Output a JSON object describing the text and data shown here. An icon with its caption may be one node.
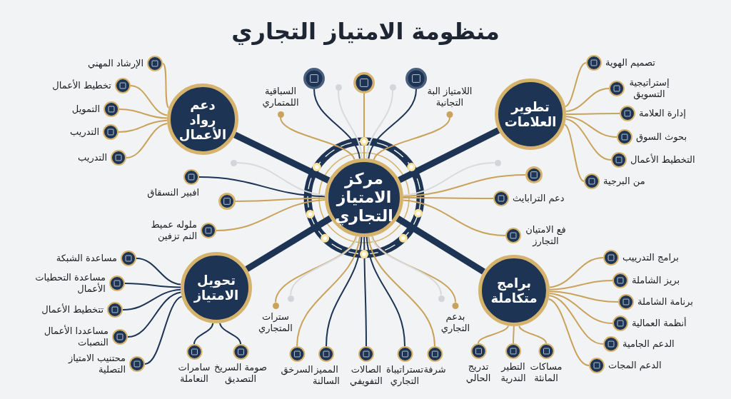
{
  "diagram": {
    "title": "منظومة الامتياز التجاري",
    "nodes": [
      {
        "text": [
          "مركز الامتياز التجاري"
        ]
      },
      {
        "text": [
          "دعم رواد الأعمال"
        ]
      },
      {
        "text": [
          "تطوير العلامات"
        ]
      },
      {
        "text": [
          "تحويل الامتياز"
        ]
      },
      {
        "text": [
          "برامج متكاملة"
        ]
      },
      {
        "text": [
          "الإرشاد المهني"
        ]
      },
      {
        "text": [
          "تخطيط الأعمال"
        ]
      },
      {
        "text": [
          "التمويل"
        ]
      },
      {
        "text": [
          "التدريب"
        ]
      },
      {
        "text": [
          "التدريب"
        ]
      },
      {
        "text": [
          "تصميم الهوية"
        ]
      },
      {
        "text": [
          "إستراتيجية التسويق"
        ]
      },
      {
        "text": [
          "إدارة العلامة"
        ]
      },
      {
        "text": [
          "بحوث السوق"
        ]
      },
      {
        "text": [
          "التخطيط الأعمال"
        ]
      },
      {
        "text": [
          "من البرجية"
        ]
      },
      {
        "text": [
          "مساعدة الشبكة"
        ]
      },
      {
        "text": [
          "مساعدة التحطيات الأعمال"
        ]
      },
      {
        "text": [
          "تتخطيط الأعمال"
        ]
      },
      {
        "text": [
          "مساعددا الأعمال النصبات"
        ]
      },
      {
        "text": [
          "محتنيب الامتياز التصلية"
        ]
      },
      {
        "text": [
          "سامرات النعاملة"
        ]
      },
      {
        "text": [
          "صومة السريخ التصديق"
        ]
      },
      {
        "text": [
          "برامج التدرييب"
        ]
      },
      {
        "text": [
          "بريز الشاملة"
        ]
      },
      {
        "text": [
          "برنامة الشاملة"
        ]
      },
      {
        "text": [
          "أنظمة العمالية"
        ]
      },
      {
        "text": [
          "الدعم الجامية"
        ]
      },
      {
        "text": [
          "الدعم المجات"
        ]
      },
      {
        "text": [
          "تدريج الحالي"
        ]
      },
      {
        "text": [
          "التطير الندرية"
        ]
      },
      {
        "text": [
          "مساكات المانئة"
        ]
      },
      {
        "text": [],
        "shape": "circle"
      },
      {
        "text": [],
        "shape": "circle"
      },
      {
        "text": [],
        "shape": "circle"
      },
      {
        "text": [
          "السباقية اللمتماري"
        ]
      },
      {
        "text": [
          "اللامتياز البة التجانية"
        ]
      },
      {
        "text": [
          "افبير النسقاق"
        ]
      },
      {
        "text": [],
        "shape": "circle"
      },
      {
        "text": [
          "ملوله عميط النم تزفين"
        ]
      },
      {
        "text": [],
        "shape": "circle"
      },
      {
        "text": [
          "دعم الترابايث"
        ]
      },
      {
        "text": [
          "فع الامتيان التجارز"
        ]
      },
      {
        "text": [
          "سترات المتجاري"
        ]
      },
      {
        "text": [
          "بدعم التجاري"
        ]
      },
      {
        "text": [
          "السرخق"
        ]
      },
      {
        "text": [
          "المميز السالنة"
        ]
      },
      {
        "text": [
          "الصالات التفويفي"
        ]
      },
      {
        "text": [
          "تستراتيباة التجاري"
        ]
      },
      {
        "text": [
          "شرفة"
        ]
      },
      {
        "text": [],
        "shape": "circle"
      },
      {
        "text": [],
        "shape": "circle"
      },
      {
        "text": [],
        "shape": "circle"
      },
      {
        "text": [],
        "shape": "circle"
      },
      {
        "text": [],
        "shape": "circle"
      },
      {
        "text": [],
        "shape": "circle"
      }
    ],
    "edges": [
      {
        "from": 0,
        "to": 1,
        "arrow": "none",
        "style": "thick",
        "color": "#1d3454"
      },
      {
        "from": 0,
        "to": 2,
        "arrow": "none",
        "style": "thick",
        "color": "#1d3454"
      },
      {
        "from": 0,
        "to": 3,
        "arrow": "none",
        "style": "thick",
        "color": "#1d3454"
      },
      {
        "from": 0,
        "to": 4,
        "arrow": "none",
        "style": "thick",
        "color": "#1d3454"
      },
      {
        "from": 1,
        "to": 5,
        "arrow": "none"
      },
      {
        "from": 1,
        "to": 6,
        "arrow": "none"
      },
      {
        "from": 1,
        "to": 7,
        "arrow": "none"
      },
      {
        "from": 1,
        "to": 8,
        "arrow": "none"
      },
      {
        "from": 1,
        "to": 9,
        "arrow": "none"
      },
      {
        "from": 2,
        "to": 10,
        "arrow": "none"
      },
      {
        "from": 2,
        "to": 11,
        "arrow": "none"
      },
      {
        "from": 2,
        "to": 12,
        "arrow": "none"
      },
      {
        "from": 2,
        "to": 13,
        "arrow": "none"
      },
      {
        "from": 2,
        "to": 14,
        "arrow": "none"
      },
      {
        "from": 2,
        "to": 15,
        "arrow": "none"
      },
      {
        "from": 3,
        "to": 16,
        "arrow": "none",
        "color": "#1d3454"
      },
      {
        "from": 3,
        "to": 17,
        "arrow": "none",
        "color": "#1d3454"
      },
      {
        "from": 3,
        "to": 18,
        "arrow": "none",
        "color": "#1d3454"
      },
      {
        "from": 3,
        "to": 19,
        "arrow": "none",
        "color": "#1d3454"
      },
      {
        "from": 3,
        "to": 20,
        "arrow": "none",
        "color": "#1d3454"
      },
      {
        "from": 3,
        "to": 21,
        "arrow": "none",
        "color": "#1d3454"
      },
      {
        "from": 3,
        "to": 22,
        "arrow": "none",
        "color": "#1d3454"
      },
      {
        "from": 4,
        "to": 23,
        "arrow": "none"
      },
      {
        "from": 4,
        "to": 24,
        "arrow": "none"
      },
      {
        "from": 4,
        "to": 25,
        "arrow": "none"
      },
      {
        "from": 4,
        "to": 26,
        "arrow": "none"
      },
      {
        "from": 4,
        "to": 27,
        "arrow": "none"
      },
      {
        "from": 4,
        "to": 28,
        "arrow": "none"
      },
      {
        "from": 4,
        "to": 29,
        "arrow": "none"
      },
      {
        "from": 4,
        "to": 30,
        "arrow": "none"
      },
      {
        "from": 4,
        "to": 31,
        "arrow": "none"
      },
      {
        "from": 0,
        "to": 32,
        "arrow": "none",
        "color": "#1d3454"
      },
      {
        "from": 0,
        "to": 33,
        "arrow": "none"
      },
      {
        "from": 0,
        "to": 34,
        "arrow": "none",
        "color": "#1d3454"
      },
      {
        "from": 0,
        "to": 35,
        "arrow": "none"
      },
      {
        "from": 0,
        "to": 36,
        "arrow": "none"
      },
      {
        "from": 0,
        "to": 37,
        "arrow": "none",
        "color": "#1d3454"
      },
      {
        "from": 0,
        "to": 38,
        "arrow": "none"
      },
      {
        "from": 0,
        "to": 39,
        "arrow": "none"
      },
      {
        "from": 0,
        "to": 40,
        "arrow": "none"
      },
      {
        "from": 0,
        "to": 41,
        "arrow": "none"
      },
      {
        "from": 0,
        "to": 42,
        "arrow": "none"
      },
      {
        "from": 0,
        "to": 43,
        "arrow": "none"
      },
      {
        "from": 0,
        "to": 44,
        "arrow": "none"
      },
      {
        "from": 0,
        "to": 45,
        "arrow": "none"
      },
      {
        "from": 0,
        "to": 46,
        "arrow": "none",
        "color": "#1d3454"
      },
      {
        "from": 0,
        "to": 47,
        "arrow": "none",
        "color": "#1d3454"
      },
      {
        "from": 0,
        "to": 48,
        "arrow": "none",
        "color": "#1d3454"
      },
      {
        "from": 0,
        "to": 49,
        "arrow": "none"
      },
      {
        "from": 0,
        "to": 50,
        "arrow": "none",
        "color": "#d9dadc"
      },
      {
        "from": 0,
        "to": 51,
        "arrow": "none",
        "color": "#d9dadc"
      },
      {
        "from": 0,
        "to": 52,
        "arrow": "none",
        "color": "#d9dadc"
      },
      {
        "from": 0,
        "to": 53,
        "arrow": "none",
        "color": "#d9dadc"
      },
      {
        "from": 0,
        "to": 54,
        "arrow": "none",
        "color": "#d9dadc"
      },
      {
        "from": 0,
        "to": 55,
        "arrow": "none",
        "color": "#d9dadc"
      }
    ]
  }
}
